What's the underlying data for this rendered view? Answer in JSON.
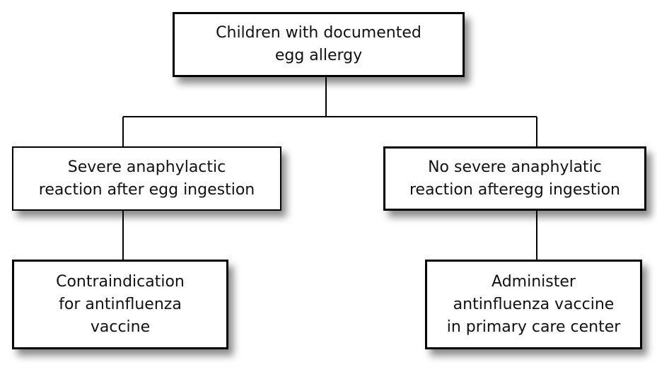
{
  "diagram": {
    "root": {
      "label": "Children with documented\negg allergy"
    },
    "branches": [
      {
        "condition": "Severe anaphylactic\nreaction after egg ingestion",
        "outcome": "Contraindication\nfor antinfluenza\nvaccine"
      },
      {
        "condition": "No severe anaphylatic\nreaction afteregg ingestion",
        "outcome": "Administer\nantinfluenza vaccine\nin primary care center"
      }
    ]
  }
}
